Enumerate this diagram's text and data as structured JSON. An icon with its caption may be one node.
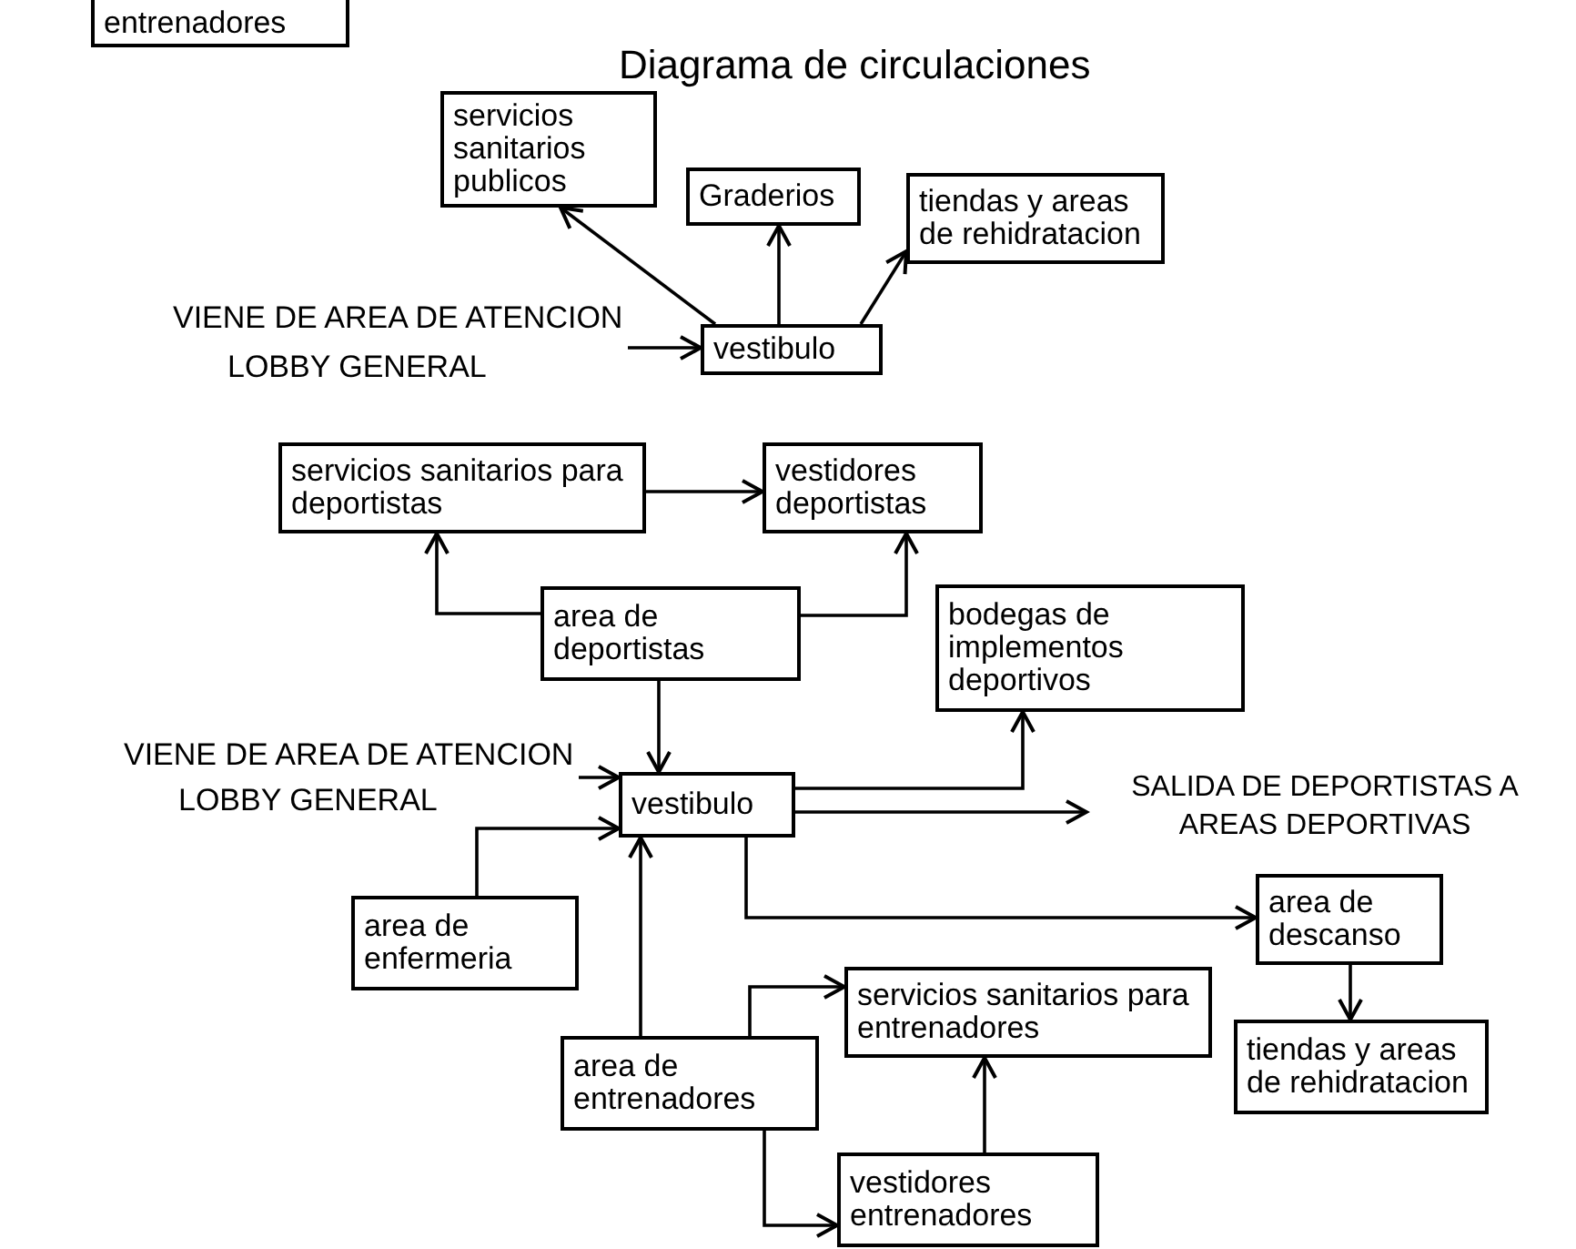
{
  "diagram": {
    "title": "Diagrama de circulaciones",
    "nodes": [
      {
        "text": [
          "entrenadores"
        ]
      },
      {
        "text": [
          "servicios sanitarios publicos"
        ]
      },
      {
        "text": [
          "Graderios"
        ]
      },
      {
        "text": [
          "tiendas y areas de rehidratacion"
        ]
      },
      {
        "text": [
          "VIENE DE AREA DE ATENCION",
          "LOBBY GENERAL"
        ]
      },
      {
        "text": [
          "vestibulo"
        ]
      },
      {
        "text": [
          "servicios sanitarios para deportistas"
        ]
      },
      {
        "text": [
          "vestidores deportistas"
        ]
      },
      {
        "text": [
          "area de deportistas"
        ]
      },
      {
        "text": [
          "bodegas de implementos deportivos"
        ]
      },
      {
        "text": [
          "VIENE DE AREA DE ATENCION",
          "LOBBY GENERAL"
        ]
      },
      {
        "text": [
          "vestibulo"
        ]
      },
      {
        "text": [
          "SALIDA DE DEPORTISTAS A AREAS DEPORTIVAS"
        ]
      },
      {
        "text": [
          "area de enfermeria"
        ]
      },
      {
        "text": [
          "area de descanso"
        ]
      },
      {
        "text": [
          "servicios sanitarios para entrenadores"
        ]
      },
      {
        "text": [
          "tiendas y areas de rehidratacion"
        ]
      },
      {
        "text": [
          "area de entrenadores"
        ]
      },
      {
        "text": [
          "vestidores entrenadores"
        ]
      }
    ],
    "edges": [
      {
        "from": 5,
        "to": 1,
        "arrow": "to"
      },
      {
        "from": 5,
        "to": 2,
        "arrow": "to"
      },
      {
        "from": 5,
        "to": 3,
        "arrow": "to"
      },
      {
        "from": 4,
        "to": 5,
        "arrow": "to"
      },
      {
        "from": 6,
        "to": 7,
        "arrow": "to"
      },
      {
        "from": 8,
        "to": 6,
        "arrow": "to"
      },
      {
        "from": 8,
        "to": 7,
        "arrow": "to"
      },
      {
        "from": 8,
        "to": 11,
        "arrow": "to"
      },
      {
        "from": 10,
        "to": 11,
        "arrow": "to"
      },
      {
        "from": 11,
        "to": 9,
        "arrow": "to"
      },
      {
        "from": 11,
        "to": 12,
        "arrow": "to"
      },
      {
        "from": 11,
        "to": 14,
        "arrow": "to"
      },
      {
        "from": 13,
        "to": 11,
        "arrow": "to"
      },
      {
        "from": 17,
        "to": 11,
        "arrow": "to"
      },
      {
        "from": 17,
        "to": 15,
        "arrow": "to"
      },
      {
        "from": 17,
        "to": 18,
        "arrow": "to"
      },
      {
        "from": 18,
        "to": 15,
        "arrow": "to"
      },
      {
        "from": 14,
        "to": 16,
        "arrow": "to"
      }
    ]
  }
}
